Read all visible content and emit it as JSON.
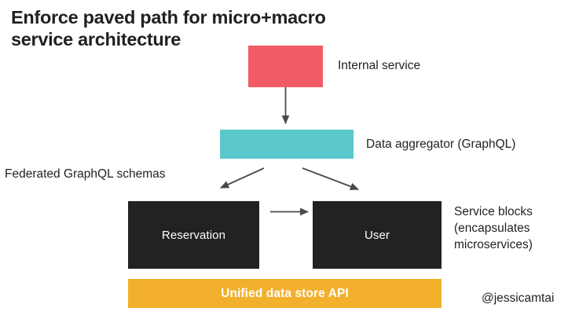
{
  "slide": {
    "title": "Enforce paved path for micro+macro\nservice architecture",
    "background_color": "#ffffff",
    "text_color": "#231f20"
  },
  "nodes": {
    "internal_service": {
      "label": "Internal service",
      "color": "#f15b63",
      "box_text": ""
    },
    "data_aggregator": {
      "label": "Data aggregator (GraphQL)",
      "color": "#5bc8ce",
      "box_text": ""
    },
    "reservation": {
      "box_text": "Reservation",
      "color": "#222222"
    },
    "user": {
      "box_text": "User",
      "color": "#222222"
    },
    "data_store": {
      "box_text": "Unified data store API",
      "color": "#f2b02c"
    }
  },
  "annotations": {
    "federated_schemas": "Federated GraphQL schemas",
    "service_blocks": "Service blocks\n(encapsulates\nmicroservices)"
  },
  "credit": {
    "handle": "@jessicamtai"
  },
  "icons": {
    "arrow_down": "arrow-down-icon",
    "arrow_fork_left": "arrow-diagonal-left-icon",
    "arrow_fork_right": "arrow-diagonal-right-icon",
    "arrow_right": "arrow-right-icon"
  },
  "arrow_color": "#4a4a4a"
}
